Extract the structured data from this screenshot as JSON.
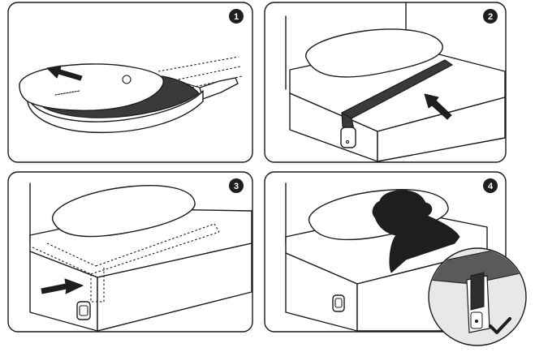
{
  "steps": [
    {
      "number": "1"
    },
    {
      "number": "2"
    },
    {
      "number": "3"
    },
    {
      "number": "4"
    }
  ],
  "colors": {
    "outline": "#1a1a1a",
    "strap": "#3a3a3a",
    "background": "#ffffff",
    "inset_background": "#e8e8e8"
  },
  "icons": {
    "step_1": [
      "sensor-pad-icon",
      "slide-arrow-icon",
      "sensor-strap-icon"
    ],
    "step_2": [
      "pillow-icon",
      "mattress-icon",
      "strap-over-mattress-icon",
      "push-arrow-icon",
      "hub-device-icon"
    ],
    "step_3": [
      "pillow-icon",
      "mattress-icon",
      "hidden-strap-dotted-icon",
      "insert-arrow-icon",
      "hub-device-icon"
    ],
    "step_4": [
      "pillow-icon",
      "sleeping-person-icon",
      "mattress-icon",
      "hub-device-icon",
      "zoom-inset-icon",
      "checkmark-icon"
    ]
  }
}
